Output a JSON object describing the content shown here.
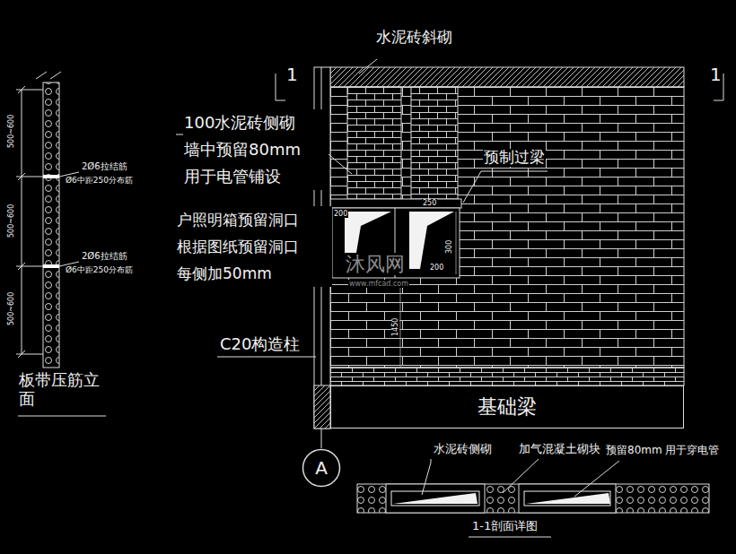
{
  "diagram": {
    "nodes": [
      {
        "text": [
          "基础梁"
        ]
      },
      {
        "text": [
          "A"
        ]
      }
    ],
    "labels": [
      "水泥砖斜砌",
      "1",
      "1",
      "100水泥砖侧砌 墙中预留80mm 用于电管铺设",
      "预制过梁",
      "户照明箱预留洞口 根据图纸预留洞口 每侧加50mm",
      "200",
      "250",
      "300",
      "200",
      "1450",
      "C20构造柱",
      "500~600",
      "2Ø6拉结筋",
      "Ø6中距250分布筋",
      "500~600",
      "2Ø6拉结筋",
      "Ø6中距250分布筋",
      "500~600",
      "板带压筋立面",
      "水泥砖侧砌",
      "加气混凝土砌块",
      "预留80mm 用于穿电管",
      "1-1剖面详图",
      "沐风网",
      "www.mfcad.com"
    ]
  }
}
